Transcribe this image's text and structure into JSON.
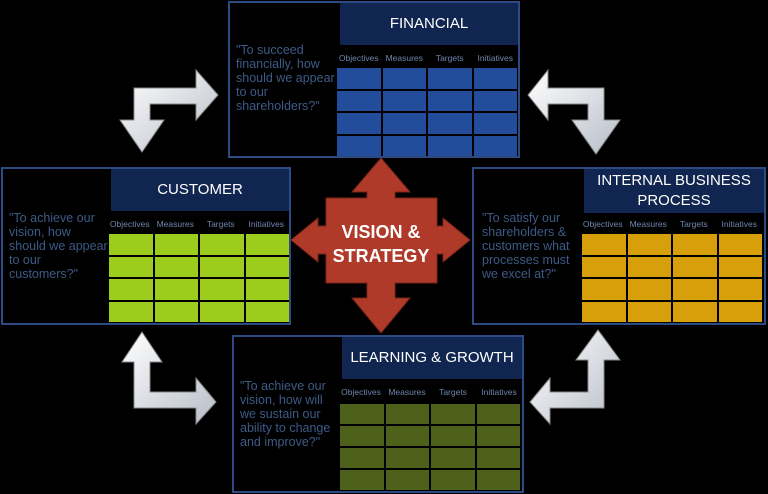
{
  "colors": {
    "financial": "#234c9b",
    "customer": "#9ccc1c",
    "internal": "#d7a00a",
    "learning": "#4e611a",
    "center": "#b03a2a",
    "title_bg": "#10254f",
    "border": "#2e4a82"
  },
  "columns": [
    "Objectives",
    "Measures",
    "Targets",
    "Initiatives"
  ],
  "financial": {
    "title": "FINANCIAL",
    "question": "\"To succeed financially, how should we appear to our shareholders?\""
  },
  "customer": {
    "title": "CUSTOMER",
    "question": "\"To achieve our vision, how should we appear to our customers?\""
  },
  "internal": {
    "title": "INTERNAL BUSINESS PROCESS",
    "question": "\"To satisfy our shareholders & customers what processes must we excel at?\""
  },
  "learning": {
    "title": "LEARNING & GROWTH",
    "question": "\"To achieve our vision, how will we sustain our ability to change and improve?\""
  },
  "center": {
    "label": "VISION & STRATEGY"
  },
  "icons": [
    "arrow-icon"
  ]
}
